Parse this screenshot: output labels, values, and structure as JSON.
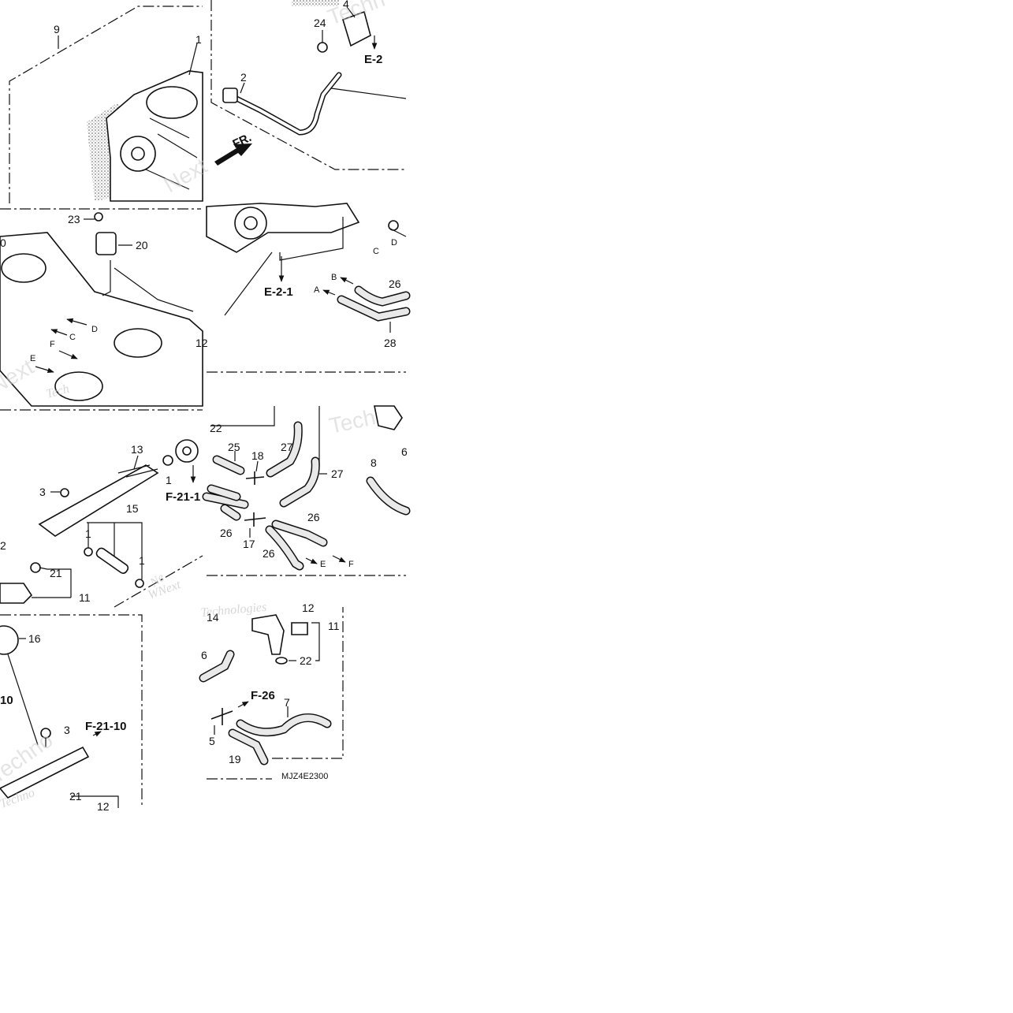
{
  "diagram": {
    "watermarks": [
      "Techn",
      "Next",
      "Techno",
      "Tech",
      "Ne",
      "Technologies",
      "WNext",
      "Techno",
      "Tech",
      "Next"
    ],
    "diagram_code": "MJZ4E2300",
    "references": {
      "e2": "E-2",
      "e21": "E-2-1",
      "f211": "F-21-1",
      "f2110": "F-21-10",
      "f26": "F-26",
      "fr": "FR."
    },
    "arrow_labels": {
      "a": "A",
      "b": "B",
      "c": "C",
      "d": "D",
      "e": "E",
      "f": "F",
      "c_left": "C",
      "d_left": "D",
      "e_left": "E",
      "f_left": "F",
      "e_hose": "E",
      "f_hose": "F"
    },
    "part_numbers": {
      "p9": "9",
      "p1_top": "1",
      "p4": "4",
      "p24": "24",
      "p2_top": "2",
      "p23": "23",
      "p20": "20",
      "p0": "0",
      "p12_mid": "12",
      "p26_a": "26",
      "p28": "28",
      "p22_a": "22",
      "p25": "25",
      "p18": "18",
      "p27_a": "27",
      "p27_b": "27",
      "p8": "8",
      "p6_a": "6",
      "p13": "13",
      "p1_mid": "1",
      "p3_a": "3",
      "p15": "15",
      "p1_left": "1",
      "p1_right": "1",
      "p2_left": "2",
      "p21_a": "21",
      "p11_a": "11",
      "p26_b": "26",
      "p17": "17",
      "p26_c": "26",
      "p26_d": "26",
      "p16": "16",
      "p10": "10",
      "p3_b": "3",
      "p21_b": "21",
      "p12_bot": "12",
      "p14": "14",
      "p6_b": "6",
      "p11_b": "11",
      "p22_b": "22",
      "p7": "7",
      "p5": "5",
      "p19": "19",
      "p12_small": "12"
    }
  },
  "colors": {
    "ink": "#111111",
    "watermark": "#cfcfcf",
    "background": "#ffffff"
  }
}
